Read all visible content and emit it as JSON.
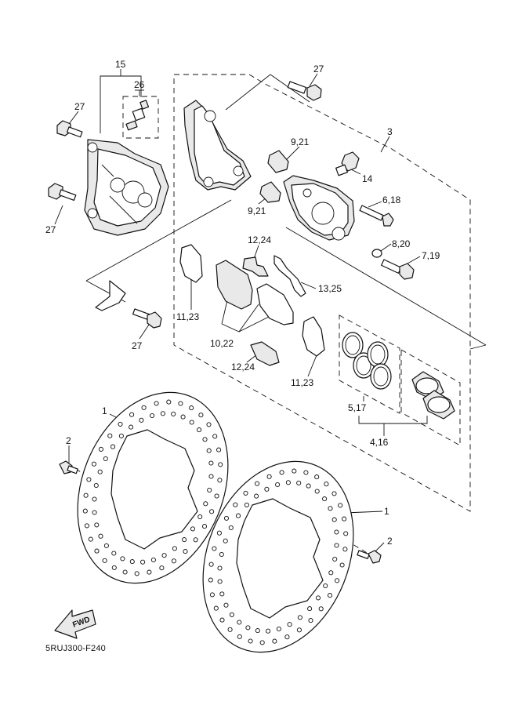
{
  "diagram_code": "5RUJ300-F240",
  "fwd_label": "FWD",
  "callouts": {
    "c15": "15",
    "c26": "26",
    "c27_top_left": "27",
    "c27_mid_left": "27",
    "c27_top_right": "27",
    "c27_bottom": "27",
    "c3": "3",
    "c9_21_top": "9,21",
    "c9_21_bottom": "9,21",
    "c14": "14",
    "c6_18": "6,18",
    "c8_20": "8,20",
    "c7_19": "7,19",
    "c12_24_top": "12,24",
    "c13_25": "13,25",
    "c11_23_left": "11,23",
    "c10_22": "10,22",
    "c12_24_bottom": "12,24",
    "c11_23_right": "11,23",
    "c5_17": "5,17",
    "c4_16": "4,16",
    "c1_left": "1",
    "c2_left": "2",
    "c1_right": "1",
    "c2_right": "2"
  }
}
